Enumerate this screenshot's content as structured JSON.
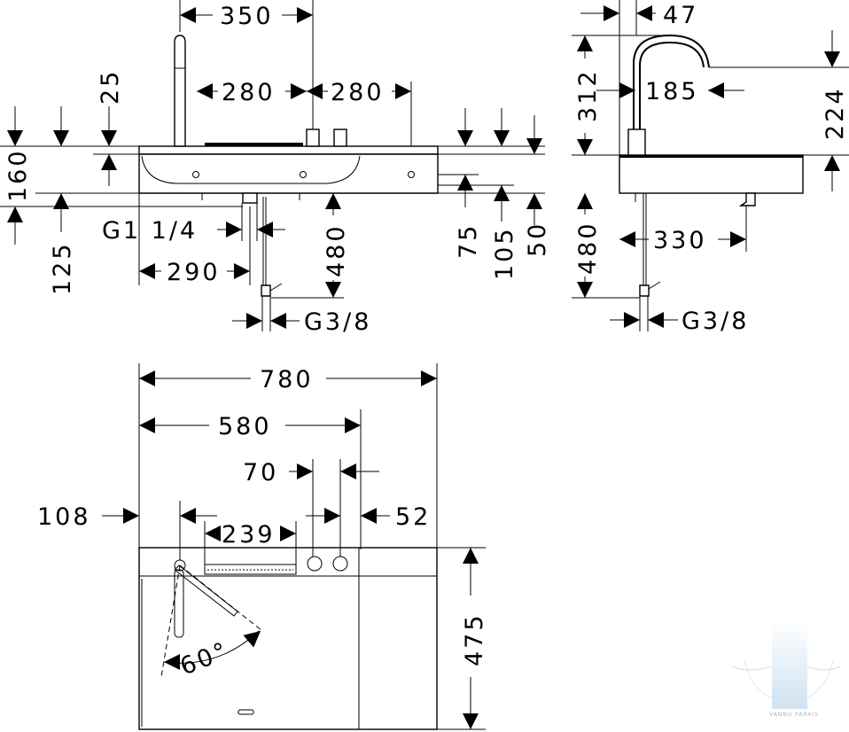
{
  "dimensions": {
    "front": {
      "d350": "350",
      "d280_left": "280",
      "d280_right": "280",
      "d25": "25",
      "d160": "160",
      "d125": "125",
      "g14": "G1 1/4",
      "d290": "290",
      "d480": "480",
      "d75": "75",
      "d105": "105",
      "d50": "50",
      "g38": "G3/8"
    },
    "side": {
      "d47": "47",
      "d312": "312",
      "d185": "185",
      "d224": "224",
      "d480": "480",
      "d330": "330",
      "g38": "G3/8"
    },
    "top": {
      "d780": "780",
      "d580": "580",
      "d70": "70",
      "d108": "108",
      "d52": "52",
      "d239": "239",
      "d475": "475",
      "angle": "60°"
    }
  },
  "watermark": {
    "text": "VANNU PARAIS",
    "color": "#c8def0"
  }
}
